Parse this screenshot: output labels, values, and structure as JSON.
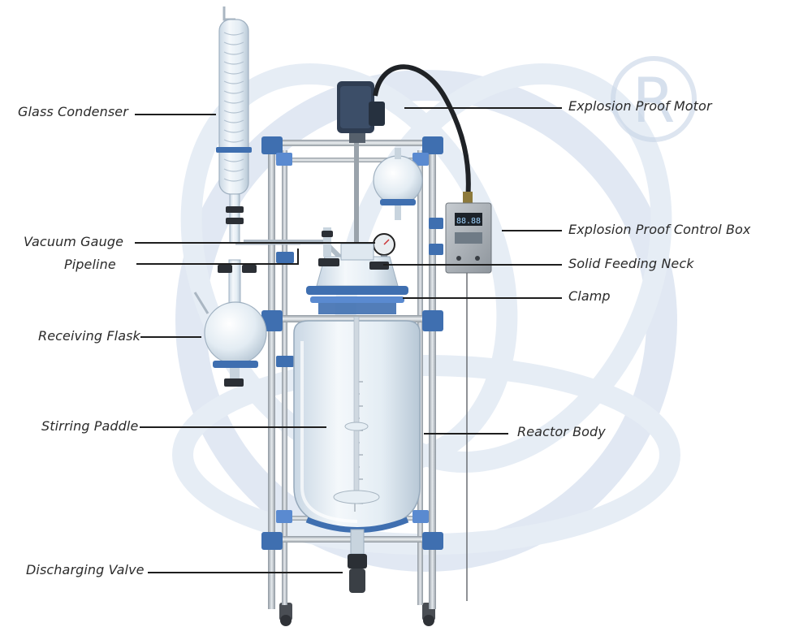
{
  "labels": {
    "glass_condenser": "Glass Condenser",
    "vacuum_gauge": "Vacuum Gauge",
    "pipeline": "Pipeline",
    "receiving_flask": "Receiving Flask",
    "stirring_paddle": "Stirring Paddle",
    "discharging_valve": "Discharging Valve",
    "explosion_proof_motor": "Explosion Proof Motor",
    "explosion_proof_control_box": "Explosion Proof Control Box",
    "solid_feeding_neck": "Solid Feeding Neck",
    "clamp": "Clamp",
    "reactor_body": "Reactor Body"
  },
  "control_box_display": "88.88",
  "colors": {
    "frame_blue": "#3f6fb0",
    "frame_blue_light": "#5a8ad0",
    "steel": "#b9c1c8",
    "glass": "#dfe9f1",
    "watermark": "#c9d7ea",
    "motor": "#2f3d52",
    "label_text": "#2a2a2a",
    "leader_line": "#1e1e1e"
  },
  "watermark_symbol": "R"
}
